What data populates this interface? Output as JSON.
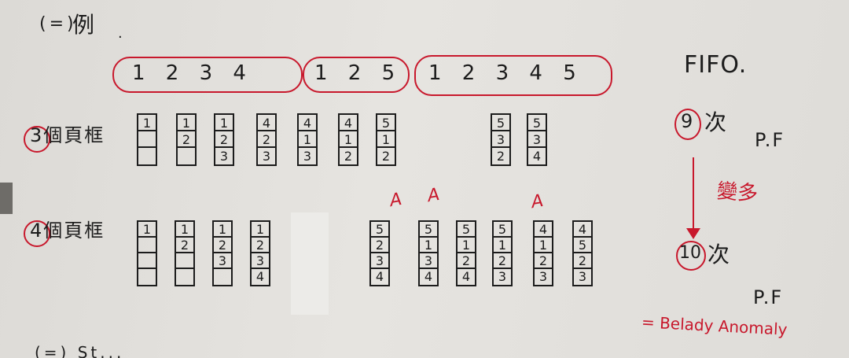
{
  "heading": {
    "number": "(=)",
    "title": "例"
  },
  "sequence": {
    "group1": "1 2 3 4",
    "group2": "1 2 5",
    "group3": "1 2 3 4 5"
  },
  "row3": {
    "label": "3個頁框",
    "frames": [
      [
        "1",
        "",
        ""
      ],
      [
        "1",
        "2",
        ""
      ],
      [
        "1",
        "2",
        "3"
      ],
      [
        "4",
        "2",
        "3"
      ],
      [
        "4",
        "1",
        "3"
      ],
      [
        "4",
        "1",
        "2"
      ],
      [
        "5",
        "1",
        "2"
      ],
      [
        "5",
        "3",
        "2"
      ],
      [
        "5",
        "3",
        "4"
      ]
    ]
  },
  "row4": {
    "label": "4個頁框",
    "frames": [
      [
        "1",
        "",
        "",
        ""
      ],
      [
        "1",
        "2",
        "",
        ""
      ],
      [
        "1",
        "2",
        "3",
        ""
      ],
      [
        "1",
        "2",
        "3",
        "4"
      ],
      [
        "5",
        "2",
        "3",
        "4"
      ],
      [
        "5",
        "1",
        "3",
        "4"
      ],
      [
        "5",
        "1",
        "2",
        "4"
      ],
      [
        "5",
        "1",
        "2",
        "3"
      ],
      [
        "4",
        "1",
        "2",
        "3"
      ],
      [
        "4",
        "5",
        "2",
        "3"
      ]
    ]
  },
  "marks": {
    "anomaly_mark": "A"
  },
  "notes": {
    "algorithm": "FIFO.",
    "faults3_count": "9",
    "faults_suffix": "次",
    "faults3_unit": "P.F",
    "change_label": "變多",
    "faults4_count": "10",
    "faults4_unit": "P.F",
    "belady": "= Belady Anomaly"
  },
  "footer": {
    "next_heading": "(=) St..."
  },
  "colors": {
    "red_ink": "#c8182c",
    "black_ink": "#1c1c1c",
    "paper": "#e4e2de"
  }
}
